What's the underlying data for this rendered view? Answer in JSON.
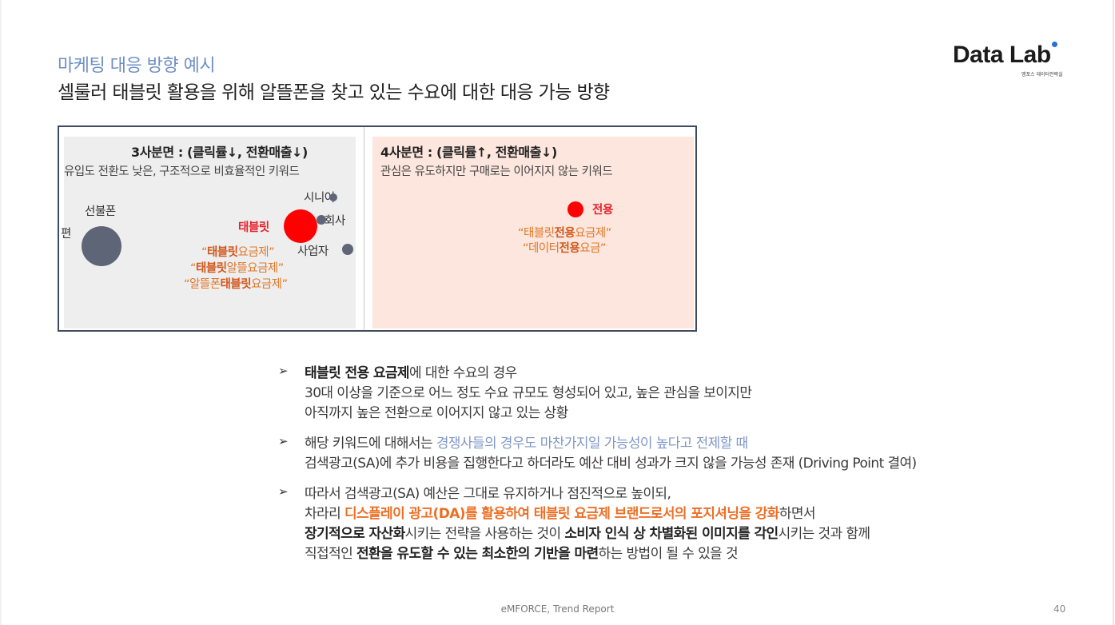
{
  "header": {
    "kicker": "마케팅 대응 방향 예시",
    "title": "셀룰러 태블릿 활용을 위해 알뜰폰을 찾고 있는 수요에 대한 대응 가능 방향"
  },
  "logo": {
    "name": "Data Lab",
    "sub": "엠포스 데이터전략실",
    "dot_color": "#2b6fd6"
  },
  "figure": {
    "left": {
      "title": "3사분면 : (클릭률↓, 전환매출↓)",
      "subtitle": "유입도 전환도 낮은, 구조적으로 비효율적인 키워드",
      "labels": {
        "seonbulpon": "선불폰",
        "edge": "편",
        "senior": "시니어",
        "company": "회사",
        "tablet": "태블릿",
        "business": "사업자"
      },
      "quotes": [
        {
          "pre": "“",
          "bold": "태블릿",
          "post": "요금제”"
        },
        {
          "pre": "“",
          "bold": "태블릿",
          "post": "알뜰요금제”"
        },
        {
          "pre": "“알뜰폰",
          "bold": "태블릿",
          "post": "요금제”"
        }
      ],
      "bubble_colors": {
        "gray": "#5d6577",
        "red": "#ff0000"
      }
    },
    "right": {
      "title": "4사분면 : (클릭률↑, 전환매출↓)",
      "subtitle": "관심은 유도하지만 구매로는 이어지지 않는 키워드",
      "label": "전용",
      "quotes": [
        {
          "pre": "“태블릿",
          "bold": "전용",
          "post": "요금제”"
        },
        {
          "pre": "“데이터",
          "bold": "전용",
          "post": "요금”"
        }
      ]
    }
  },
  "bullets": {
    "b1": {
      "l1_bold": "태블릿 전용 요금제",
      "l1_rest": "에 대한 수요의 경우",
      "l2": "30대 이상을 기준으로 어느 정도 수요 규모도 형성되어 있고, 높은 관심을 보이지만",
      "l3": "아직까지 높은 전환으로 이어지지 않고 있는 상황"
    },
    "b2": {
      "l1_a": "해당 키워드에 대해서는 ",
      "l1_blue": "경쟁사들의 경우도 마찬가지일 가능성이 높다고 전제할 때",
      "l2": "검색광고(SA)에 추가 비용을 집행한다고 하더라도 예산 대비 성과가 크지 않을 가능성 존재 (Driving Point 결여)"
    },
    "b3": {
      "l1": "따라서 검색광고(SA) 예산은 그대로 유지하거나 점진적으로 높이되,",
      "l2_a": "차라리 ",
      "l2_orange": "디스플레이 광고(DA)를 활용하여 태블릿 요금제 브랜드로서의 포지셔닝을 강화",
      "l2_b": "하면서",
      "l3_bold1": "장기적으로 자산화",
      "l3_a": "시키는 전략을 사용하는 것이 ",
      "l3_bold2": "소비자 인식 상 차별화된 이미지를 각인",
      "l3_b": "시키는 것과 함께",
      "l4_a": "직접적인 ",
      "l4_bold": "전환을 유도할 수 있는 최소한의 기반을 마련",
      "l4_b": "하는 방법이 될 수 있을 것"
    },
    "arrow_glyph": "➢"
  },
  "footer": {
    "text": "eMFORCE, Trend Report",
    "page": "40"
  }
}
